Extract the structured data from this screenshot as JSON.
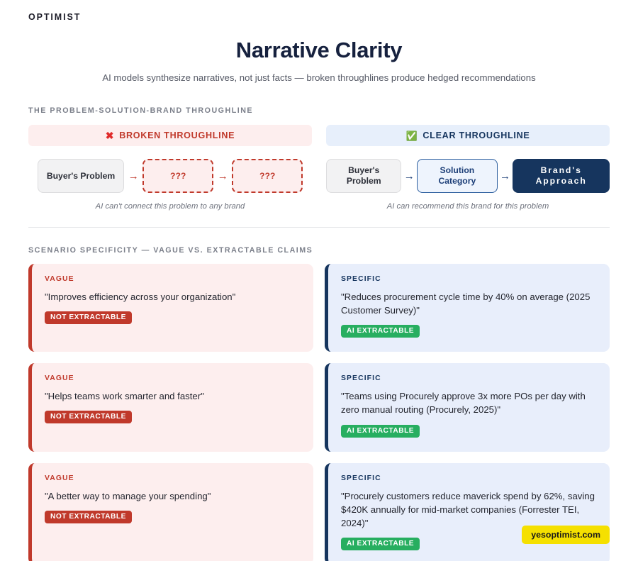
{
  "header": {
    "brand": "OPTIMIST",
    "title": "Narrative Clarity",
    "subtitle": "AI models synthesize narratives, not just facts — broken throughlines produce hedged recommendations"
  },
  "throughline": {
    "section_label": "THE PROBLEM-SOLUTION-BRAND THROUGHLINE",
    "broken": {
      "icon": "red-x-icon",
      "icon_glyph": "✖",
      "header": "BROKEN THROUGHLINE",
      "nodes": [
        {
          "label": "Buyer's Problem",
          "style": "neutral"
        },
        {
          "label": "???",
          "style": "ghost"
        },
        {
          "label": "???",
          "style": "ghost"
        }
      ],
      "arrow_glyph": "→",
      "note": "AI can't connect this problem to any brand"
    },
    "clear": {
      "icon": "green-check-box-icon",
      "icon_glyph": "✅",
      "header": "CLEAR THROUGHLINE",
      "nodes": [
        {
          "label": "Buyer's Problem",
          "style": "neutral"
        },
        {
          "label": "Solution Category",
          "style": "solution"
        },
        {
          "label": "Brand's Approach",
          "style": "brand"
        }
      ],
      "arrow_glyph": "→",
      "note": "AI can recommend this brand for this problem"
    }
  },
  "scenario": {
    "section_label": "SCENARIO SPECIFICITY — VAGUE VS. EXTRACTABLE CLAIMS",
    "rows": [
      {
        "vague": {
          "kicker": "VAGUE",
          "quote": "\"Improves efficiency across your organization\"",
          "badge": "NOT EXTRACTABLE"
        },
        "specific": {
          "kicker": "SPECIFIC",
          "quote": "\"Reduces procurement cycle time by 40% on average (2025 Customer Survey)\"",
          "badge": "AI EXTRACTABLE"
        }
      },
      {
        "vague": {
          "kicker": "VAGUE",
          "quote": "\"Helps teams work smarter and faster\"",
          "badge": "NOT EXTRACTABLE"
        },
        "specific": {
          "kicker": "SPECIFIC",
          "quote": "\"Teams using Procurely approve 3x more POs per day with zero manual routing (Procurely, 2025)\"",
          "badge": "AI EXTRACTABLE"
        }
      },
      {
        "vague": {
          "kicker": "VAGUE",
          "quote": "\"A better way to manage your spending\"",
          "badge": "NOT EXTRACTABLE"
        },
        "specific": {
          "kicker": "SPECIFIC",
          "quote": "\"Procurely customers reduce maverick spend by 62%, saving $420K annually for mid-market companies (Forrester TEI, 2024)\"",
          "badge": "AI EXTRACTABLE"
        }
      }
    ]
  },
  "footer": {
    "url": "yesoptimist.com"
  },
  "colors": {
    "negative": "#c0392b",
    "positive": "#27ae60",
    "navy": "#16355e",
    "vague_bg": "#fdeeee",
    "specific_bg": "#e8eefb",
    "brand_yellow": "#f5e000"
  }
}
